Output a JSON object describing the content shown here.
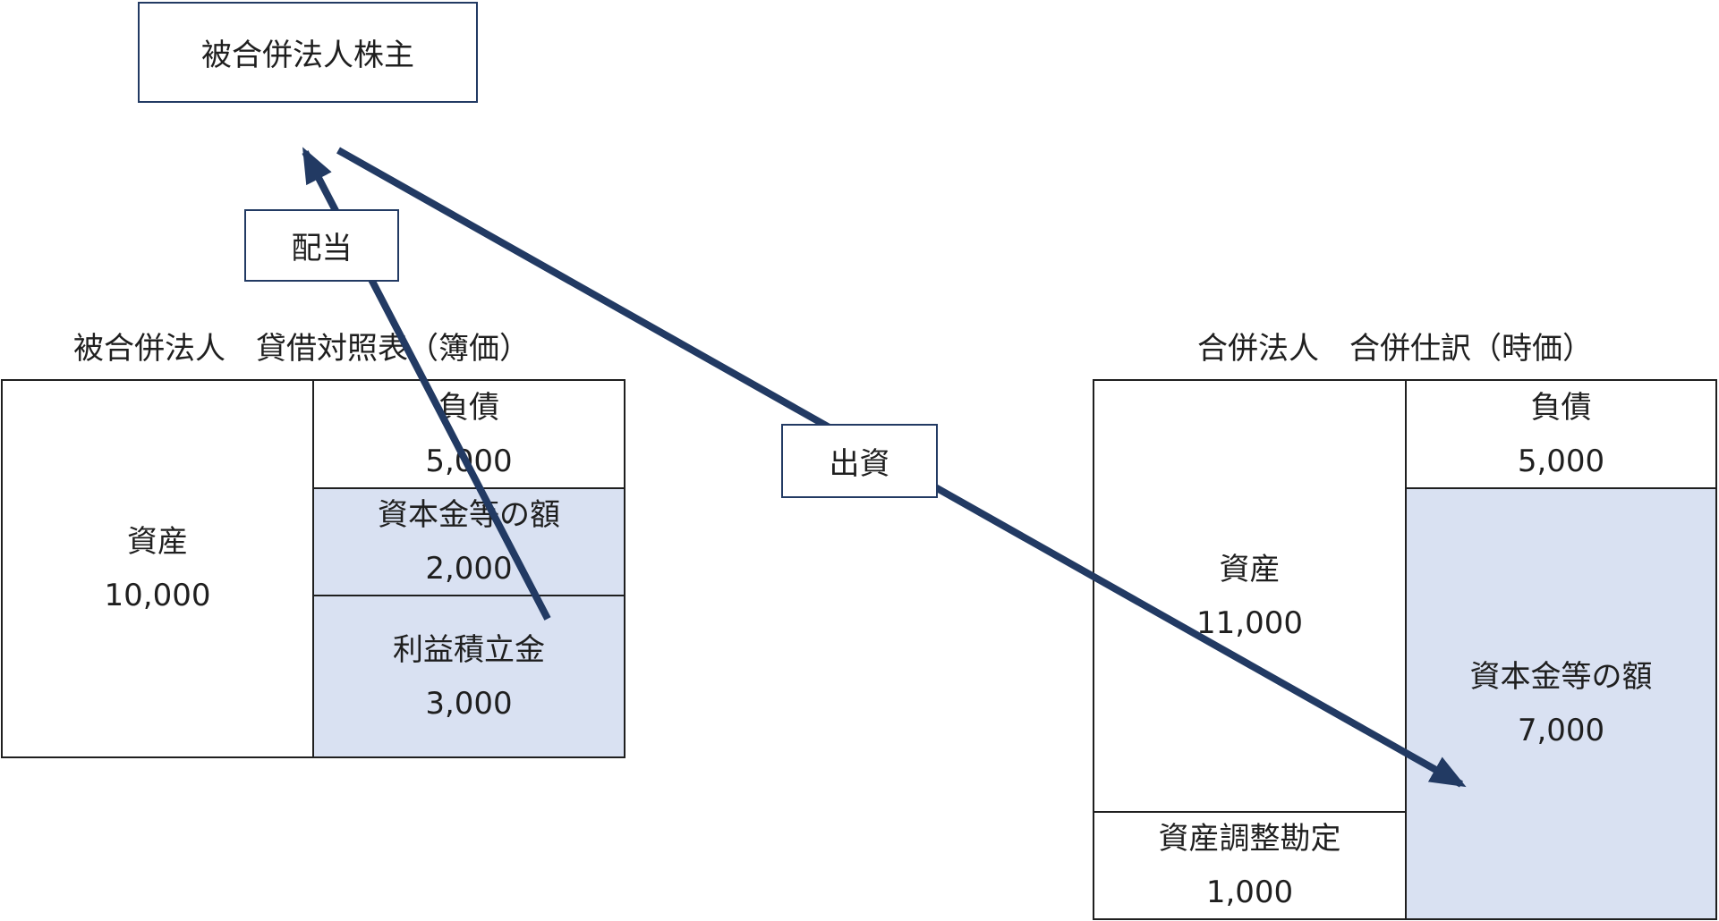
{
  "shareholder_box": {
    "label": "被合併法人株主"
  },
  "dividend_box": {
    "label": "配当"
  },
  "contribution_box": {
    "label": "出資"
  },
  "left_sheet": {
    "title": "被合併法人　貸借対照表（簿価）",
    "assets": {
      "label": "資産",
      "value": "10,000"
    },
    "liabilities": {
      "label": "負債",
      "value": "5,000"
    },
    "capital": {
      "label": "資本金等の額",
      "value": "2,000"
    },
    "retained": {
      "label": "利益積立金",
      "value": "3,000"
    }
  },
  "right_sheet": {
    "title": "合併法人　合併仕訳（時価）",
    "assets": {
      "label": "資産",
      "value": "11,000"
    },
    "adjustment": {
      "label": "資産調整勘定",
      "value": "1,000"
    },
    "liabilities": {
      "label": "負債",
      "value": "5,000"
    },
    "capital": {
      "label": "資本金等の額",
      "value": "7,000"
    }
  },
  "colors": {
    "arrow": "#223a63",
    "shaded_cell": "#d9e1f2",
    "border": "#1f1f1f"
  }
}
